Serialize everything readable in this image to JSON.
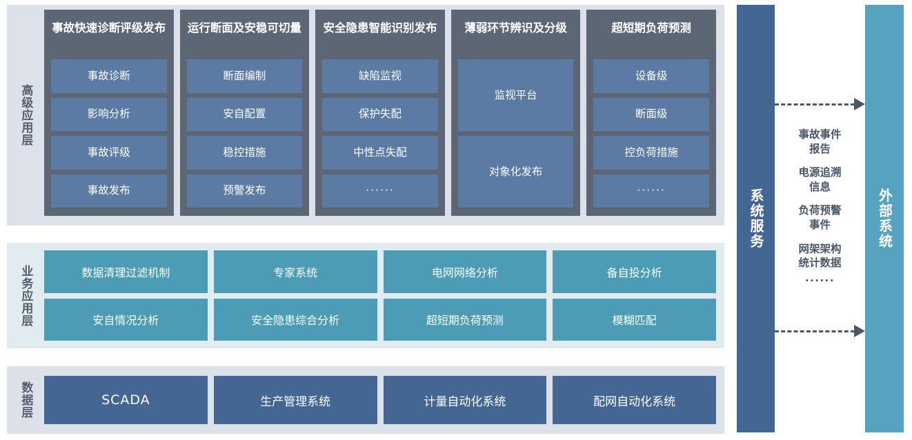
{
  "colors": {
    "advanced_panel_bg": "#dde1e9",
    "advanced_column_bg": "#5c6675",
    "advanced_item_bg": "#5b7ba5",
    "business_panel_bg": "#e1ebf0",
    "business_item_bg": "#4c9cb5",
    "data_panel_bg": "#dde1e9",
    "data_item_bg": "#446693",
    "system_service_bg": "#446693",
    "external_system_bg": "#56a3bf",
    "arrow": "#4a5767",
    "layer_label_text": "#54606e"
  },
  "layers": {
    "advanced": {
      "label": "高级应用层",
      "columns": [
        {
          "title": "事故快速诊断评级发布",
          "items": [
            "事故诊断",
            "影响分析",
            "事故评级",
            "事故发布"
          ]
        },
        {
          "title": "运行断面及安稳可切量",
          "items": [
            "断面编制",
            "安自配置",
            "稳控措施",
            "预警发布"
          ]
        },
        {
          "title": "安全隐患智能识别发布",
          "items": [
            "缺陷监视",
            "保护失配",
            "中性点失配",
            "······"
          ]
        },
        {
          "title": "薄弱环节辨识及分级",
          "items": [
            "监视平台",
            "对象化发布"
          ]
        },
        {
          "title": "超短期负荷预测",
          "items": [
            "设备级",
            "断面级",
            "控负荷措施",
            "······"
          ]
        }
      ]
    },
    "business": {
      "label": "业务应用层",
      "rows": [
        [
          "数据清理过滤机制",
          "专家系统",
          "电网网络分析",
          "备自投分析"
        ],
        [
          "安自情况分析",
          "安全隐患综合分析",
          "超短期负荷预测",
          "模糊匹配"
        ]
      ]
    },
    "data": {
      "label": "数据层",
      "items": [
        "SCADA",
        "生产管理系统",
        "计量自动化系统",
        "配网自动化系统"
      ]
    }
  },
  "side": {
    "system_service": "系统服务",
    "external_system": "外部系统"
  },
  "flow": {
    "labels": [
      "事故事件\n报告",
      "电源追溯\n信息",
      "负荷预警\n事件",
      "网架架构\n统计数据",
      "······"
    ]
  }
}
